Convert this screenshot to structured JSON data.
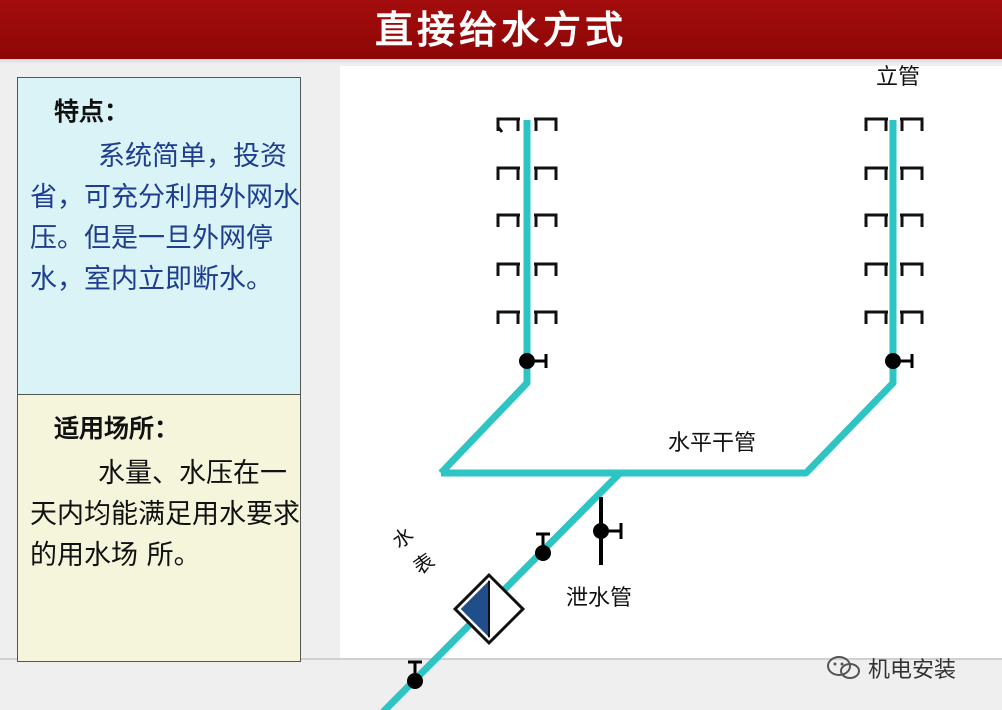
{
  "title": "直接给水方式",
  "panel_features": {
    "heading": "特点：",
    "text": "系统简单，投资省，可充分利用外网水压。但是一旦外网停水，室内立即断水。"
  },
  "panel_applicable": {
    "heading": "适用场所：",
    "text": "水量、水压在一天内均能满足用水要求的用水场 所。"
  },
  "diagram": {
    "riser_label": "立管",
    "main_label": "水平干管",
    "meter_label_1": "水",
    "meter_label_2": "表",
    "drain_label": "泄水管"
  },
  "watermark": "机电安装",
  "colors": {
    "pipe": "#2ec4c4",
    "title_bg": "#9a0a0a",
    "meter_fill": "#1f4e89"
  }
}
